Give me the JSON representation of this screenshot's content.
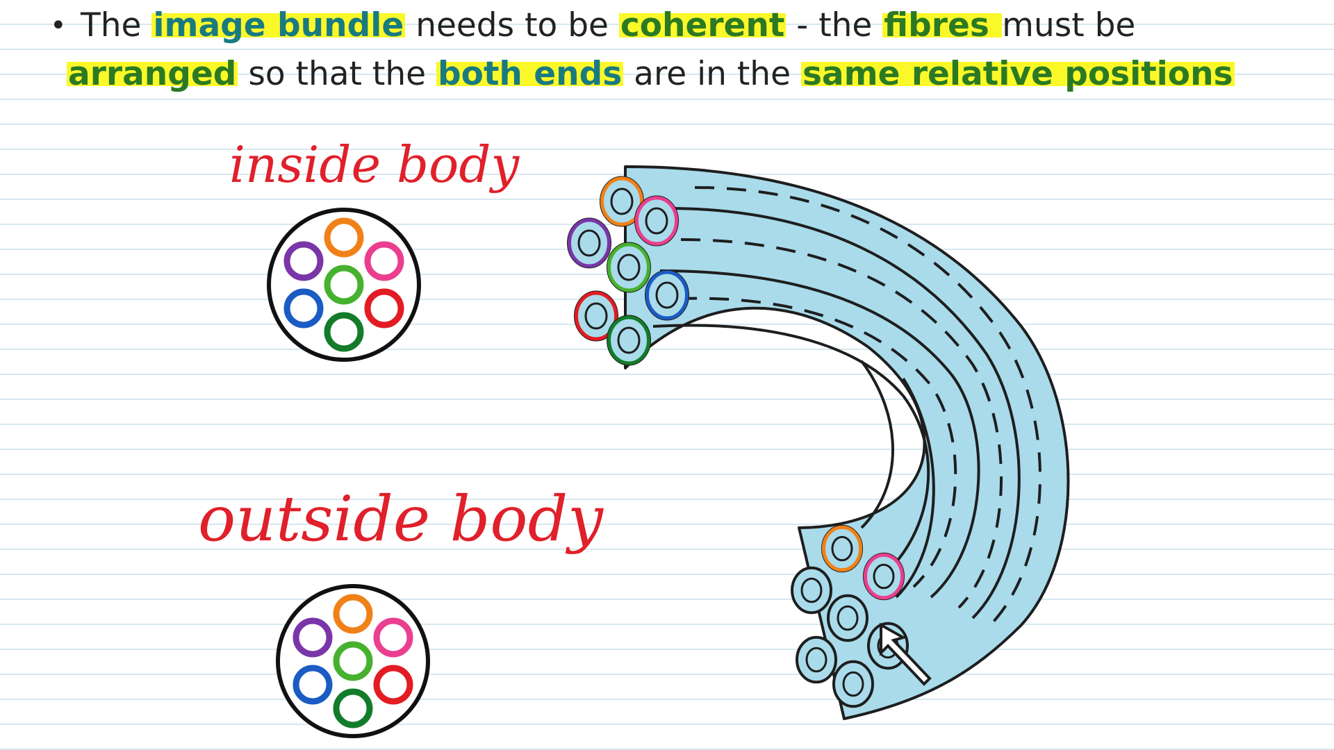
{
  "heading": {
    "line1": [
      {
        "text": "The ",
        "style": "plain"
      },
      {
        "text": "image bundle",
        "style": "teal"
      },
      {
        "text": " needs to be ",
        "style": "plain"
      },
      {
        "text": "coherent",
        "style": "green"
      },
      {
        "text": " - the ",
        "style": "plain"
      },
      {
        "text": "fibres ",
        "style": "green"
      },
      {
        "text": "must be",
        "style": "plain"
      }
    ],
    "line2": [
      {
        "text": "arranged",
        "style": "green"
      },
      {
        "text": " so that the ",
        "style": "plain"
      },
      {
        "text": "both ends",
        "style": "teal"
      },
      {
        "text": " are in the ",
        "style": "plain"
      },
      {
        "text": "same relative positions",
        "style": "green"
      }
    ]
  },
  "labels": {
    "inside": "inside body",
    "outside": "outside body"
  },
  "colors": {
    "highlight": "#fbf82a",
    "teal_text": "#197b7f",
    "green_text": "#2b7a23",
    "hand_label": "#e0202a",
    "bundle_fill": "#a9dbeb",
    "ring_orange": "#f08118",
    "ring_pink": "#ea3f8f",
    "ring_purple": "#7a36a8",
    "ring_lime": "#46b12e",
    "ring_blue": "#1b5bc4",
    "ring_red": "#e31b23",
    "ring_darkgreen": "#137c2a"
  },
  "fibre_rings": [
    "orange",
    "pink",
    "purple",
    "lime",
    "blue",
    "red",
    "darkgreen"
  ]
}
